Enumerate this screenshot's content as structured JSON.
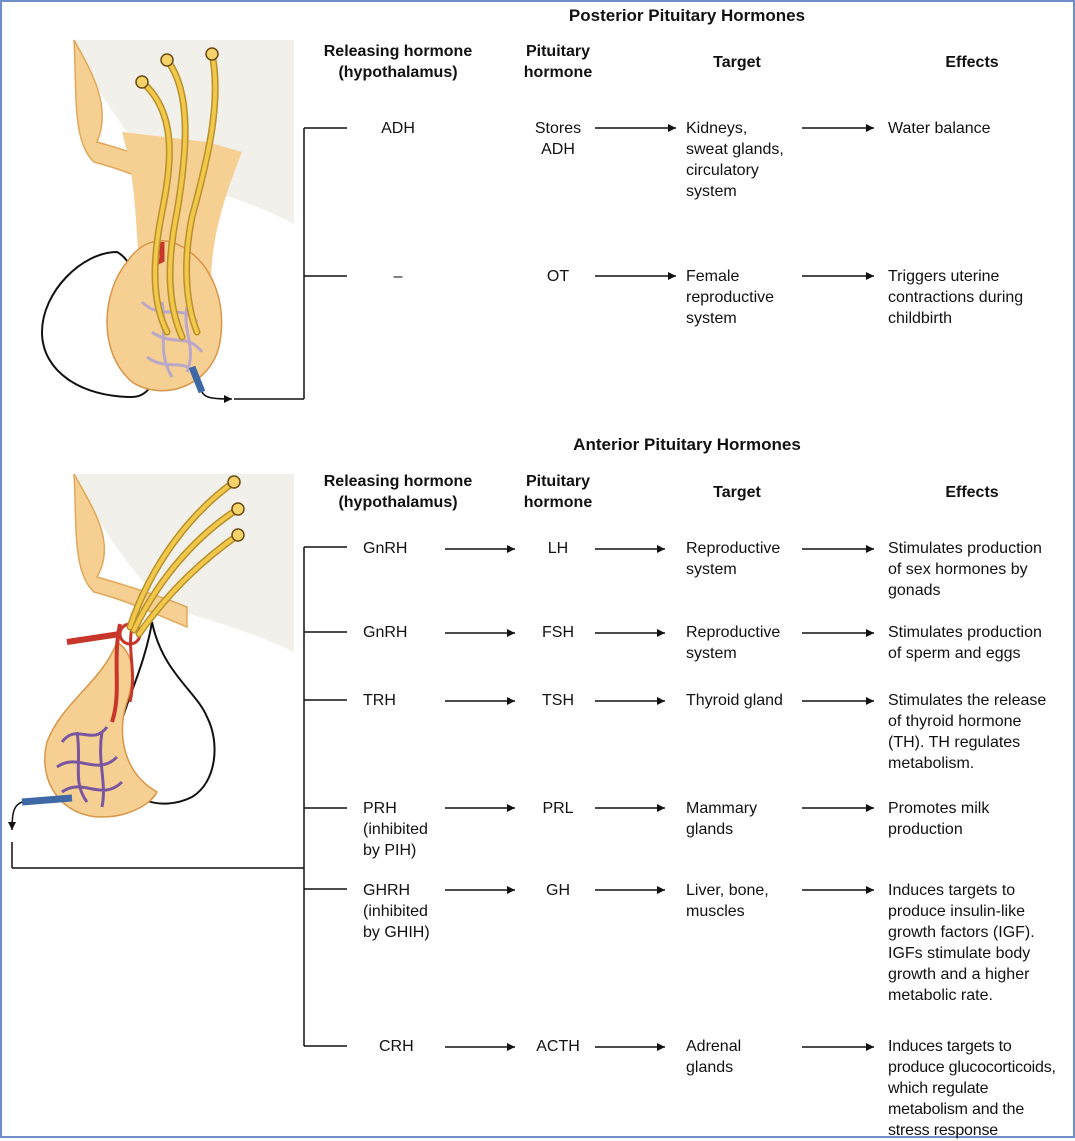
{
  "posterior": {
    "title": "Posterior Pituitary Hormones",
    "headers": {
      "releasing": "Releasing hormone\n(hypothalamus)",
      "pituitary": "Pituitary\nhormone",
      "target": "Target",
      "effects": "Effects"
    },
    "rows": [
      {
        "releasing": "ADH",
        "pituitary": "Stores\nADH",
        "target": "Kidneys,\nsweat glands,\ncirculatory\nsystem",
        "effect": "Water balance"
      },
      {
        "releasing": "–",
        "pituitary": "OT",
        "target": "Female\nreproductive\nsystem",
        "effect": "Triggers uterine\ncontractions during\nchildbirth"
      }
    ]
  },
  "anterior": {
    "title": "Anterior Pituitary Hormones",
    "headers": {
      "releasing": "Releasing hormone\n(hypothalamus)",
      "pituitary": "Pituitary\nhormone",
      "target": "Target",
      "effects": "Effects"
    },
    "rows": [
      {
        "releasing": "GnRH",
        "pituitary": "LH",
        "target": "Reproductive\nsystem",
        "effect": "Stimulates production\nof sex hormones by\ngonads"
      },
      {
        "releasing": "GnRH",
        "pituitary": "FSH",
        "target": "Reproductive\nsystem",
        "effect": "Stimulates production\nof sperm and eggs"
      },
      {
        "releasing": "TRH",
        "pituitary": "TSH",
        "target": "Thyroid gland",
        "effect": "Stimulates the release\nof thyroid hormone\n(TH). TH regulates\nmetabolism."
      },
      {
        "releasing": "PRH\n(inhibited\nby PIH)",
        "pituitary": "PRL",
        "target": "Mammary\nglands",
        "effect": "Promotes milk\nproduction"
      },
      {
        "releasing": "GHRH\n(inhibited\nby GHIH)",
        "pituitary": "GH",
        "target": "Liver, bone,\nmuscles",
        "effect": "Induces targets to\nproduce insulin-like\ngrowth factors (IGF).\nIGFs stimulate body\ngrowth and a higher\nmetabolic rate."
      },
      {
        "releasing": "CRH",
        "pituitary": "ACTH",
        "target": "Adrenal\nglands",
        "effect": "Induces targets to\nproduce glucocorticoids,\nwhich regulate\nmetabolism and the\nstress response"
      }
    ]
  },
  "colors": {
    "frame": "#6f8fc9",
    "hypothalamus": "#f1f0eb",
    "gland": "#f6cf93",
    "axon": "#f2c84a",
    "artery": "#c8362b",
    "vein": "#3e68a6",
    "capillary": "#7a55a0"
  }
}
